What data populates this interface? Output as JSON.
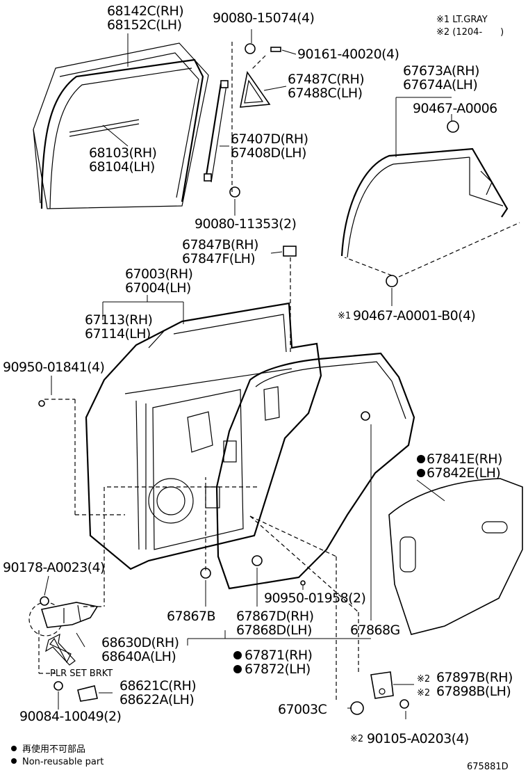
{
  "legend": {
    "notes": [
      "※1 LT.GRAY",
      "※2 (1204-　　)"
    ],
    "nonreusable_jp": "再使用不可部品",
    "nonreusable_en": "Non-reusable part"
  },
  "figure_id": "675881D",
  "callouts": {
    "c1": [
      "68142C(RH)",
      "68152C(LH)"
    ],
    "c2": [
      "90080-15074(4)"
    ],
    "c3": [
      "90161-40020(4)"
    ],
    "c4": [
      "67487C(RH)",
      "67488C(LH)"
    ],
    "c5": [
      "68103(RH)",
      "68104(LH)"
    ],
    "c6": [
      "67407D(RH)",
      "67408D(LH)"
    ],
    "c7": [
      "90080-11353(2)"
    ],
    "c8": [
      "67673A(RH)",
      "67674A(LH)"
    ],
    "c9": [
      "90467-A0006"
    ],
    "c10": [
      "90467-A0001-B0(4)"
    ],
    "c10m": "※1",
    "c11": [
      "67847B(RH)",
      "67847F(LH)"
    ],
    "c12": [
      "67003(RH)",
      "67004(LH)"
    ],
    "c13": [
      "67113(RH)",
      "67114(LH)"
    ],
    "c14": [
      "90950-01841(4)"
    ],
    "c15": [
      "67841E(RH)",
      "67842E(LH)"
    ],
    "c16": [
      "90178-A0023(4)"
    ],
    "c17": [
      "90950-01958(2)"
    ],
    "c18": [
      "67867B"
    ],
    "c19": [
      "67867D(RH)",
      "67868D(LH)"
    ],
    "c20": [
      "67868G"
    ],
    "c21": [
      "68630D(RH)",
      "68640A(LH)"
    ],
    "c22": [
      "67871(RH)",
      "67872(LH)"
    ],
    "c23": [
      "PLR SET BRKT"
    ],
    "c24": [
      "68621C(RH)",
      "68622A(LH)"
    ],
    "c25": [
      "67897B(RH)",
      "67898B(LH)"
    ],
    "c25m": [
      "※2",
      "※2"
    ],
    "c26": [
      "90084-10049(2)"
    ],
    "c27": [
      "67003C"
    ],
    "c28": [
      "90105-A0203(4)"
    ],
    "c28m": "※2"
  }
}
